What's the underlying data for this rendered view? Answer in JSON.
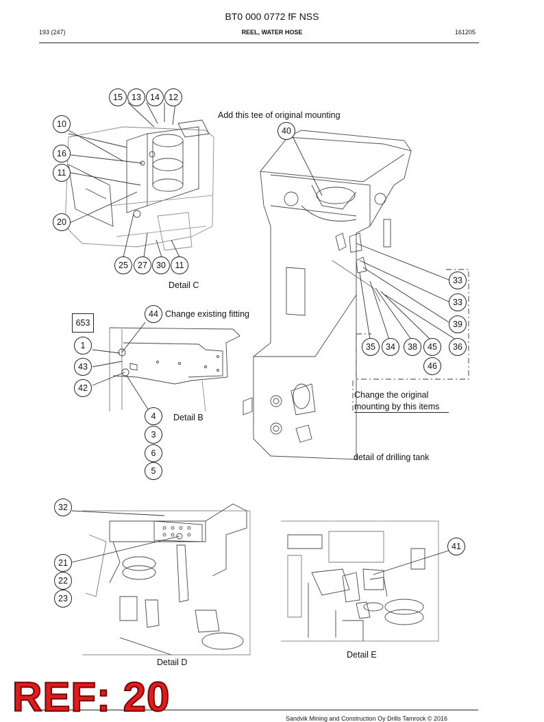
{
  "document": {
    "title": "BT0 000 0772 fF NSS",
    "page": "193 (247)",
    "section": "REEL, WATER HOSE",
    "date_code": "161205",
    "footer": "Sandvik Mining and Construction Oy Drills Tamrock © 2016",
    "ref_stamp": "REF: 20"
  },
  "annotations": {
    "add_tee": "Add this tee of original mounting",
    "change_fitting": "Change existing fitting",
    "change_mounting_1": "Change the original",
    "change_mounting_2": "mounting by this items",
    "drilling_tank": "detail of drilling tank",
    "detail_c": "Detail C",
    "detail_b": "Detail B",
    "detail_d": "Detail D",
    "detail_e": "Detail E"
  },
  "callouts": {
    "c15": "15",
    "c13": "13",
    "c14": "14",
    "c12": "12",
    "c10": "10",
    "c16": "16",
    "c11a": "11",
    "c20": "20",
    "c25": "25",
    "c27": "27",
    "c30": "30",
    "c11b": "11",
    "c40": "40",
    "c33a": "33",
    "c33b": "33",
    "c39": "39",
    "c35": "35",
    "c34": "34",
    "c38": "38",
    "c45": "45",
    "c36": "36",
    "c46": "46",
    "c653": "653",
    "c44": "44",
    "c1": "1",
    "c43": "43",
    "c42": "42",
    "c4": "4",
    "c3": "3",
    "c6": "6",
    "c5": "5",
    "c32": "32",
    "c21": "21",
    "c22": "22",
    "c23": "23",
    "c41": "41"
  }
}
